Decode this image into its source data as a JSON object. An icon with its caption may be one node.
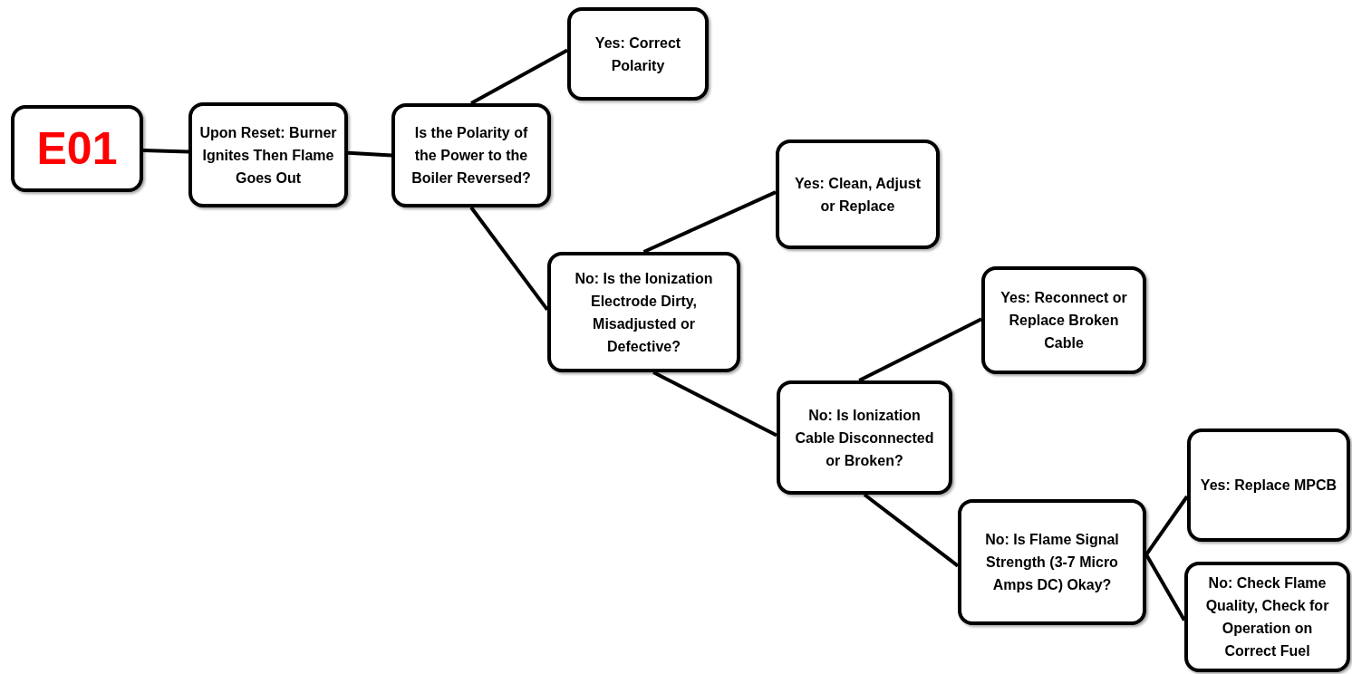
{
  "diagram": {
    "nodes": [
      {
        "text": [
          "E01"
        ]
      },
      {
        "text": [
          "Upon Reset: Burner Ignites Then Flame Goes Out"
        ]
      },
      {
        "text": [
          "Is the Polarity of the Power to the Boiler Reversed?"
        ]
      },
      {
        "text": [
          "Yes: Correct Polarity"
        ]
      },
      {
        "text": [
          "Yes: Clean, Adjust or Replace"
        ]
      },
      {
        "text": [
          "No: Is the Ionization Electrode Dirty, Misadjusted or Defective?"
        ]
      },
      {
        "text": [
          "Yes: Reconnect or Replace Broken Cable"
        ]
      },
      {
        "text": [
          "No: Is Ionization Cable Disconnected or Broken?"
        ]
      },
      {
        "text": [
          "No: Is Flame Signal Strength (3-7 Micro Amps DC) Okay?"
        ]
      },
      {
        "text": [
          "Yes: Replace MPCB"
        ]
      },
      {
        "text": [
          "No: Check Flame Quality, Check for Operation on Correct Fuel"
        ]
      }
    ],
    "edges": [
      {
        "from": 0,
        "to": 1,
        "arrow": "none"
      },
      {
        "from": 1,
        "to": 2,
        "arrow": "none"
      },
      {
        "from": 2,
        "to": 3,
        "arrow": "none"
      },
      {
        "from": 2,
        "to": 5,
        "arrow": "none"
      },
      {
        "from": 5,
        "to": 4,
        "arrow": "none"
      },
      {
        "from": 5,
        "to": 7,
        "arrow": "none"
      },
      {
        "from": 7,
        "to": 6,
        "arrow": "none"
      },
      {
        "from": 7,
        "to": 8,
        "arrow": "none"
      },
      {
        "from": 8,
        "to": 9,
        "arrow": "none"
      },
      {
        "from": 8,
        "to": 10,
        "arrow": "none"
      }
    ]
  }
}
